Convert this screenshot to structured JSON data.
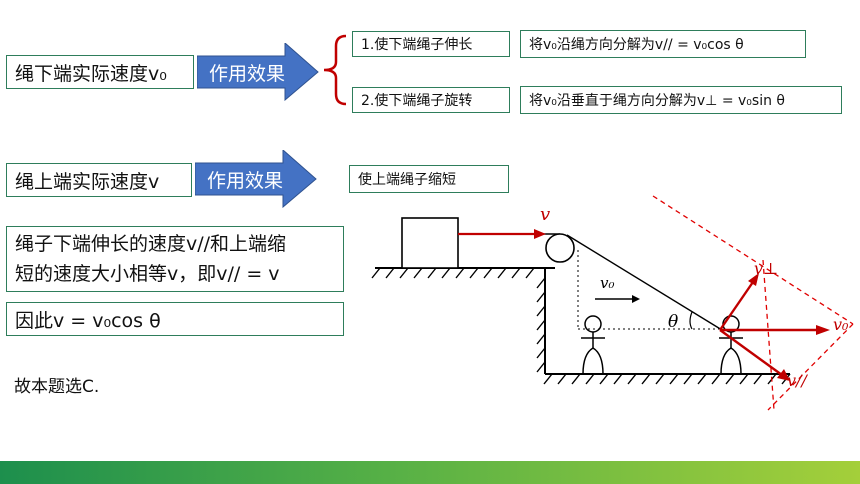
{
  "row1": {
    "label": "绳下端实际速度v₀",
    "effect_label": "作用效果",
    "effect1": "1.使下端绳子伸长",
    "decomp1": "将v₀沿绳方向分解为v// = v₀cos θ",
    "effect2": "2.使下端绳子旋转",
    "decomp2": "将v₀沿垂直于绳方向分解为v⊥ = v₀sin θ"
  },
  "row2": {
    "label": "绳上端实际速度v",
    "effect_label": "作用效果",
    "effect": "使上端绳子缩短"
  },
  "equal_speed": {
    "line1": "绳子下端伸长的速度v//和上端缩",
    "line2": "短的速度大小相等v，即v// = v"
  },
  "therefore": "因此v = v₀cos θ",
  "answer": "故本题选C.",
  "figure": {
    "v_label": "v",
    "v0_small_label": "v₀",
    "theta_label": "θ",
    "vperp_label": "v⊥",
    "v0_label": "v₀",
    "vpar_label": "v//"
  },
  "colors": {
    "accent_blue": "#4472c4",
    "vector_red": "#c00000",
    "box_border": "#2e7d5b"
  }
}
